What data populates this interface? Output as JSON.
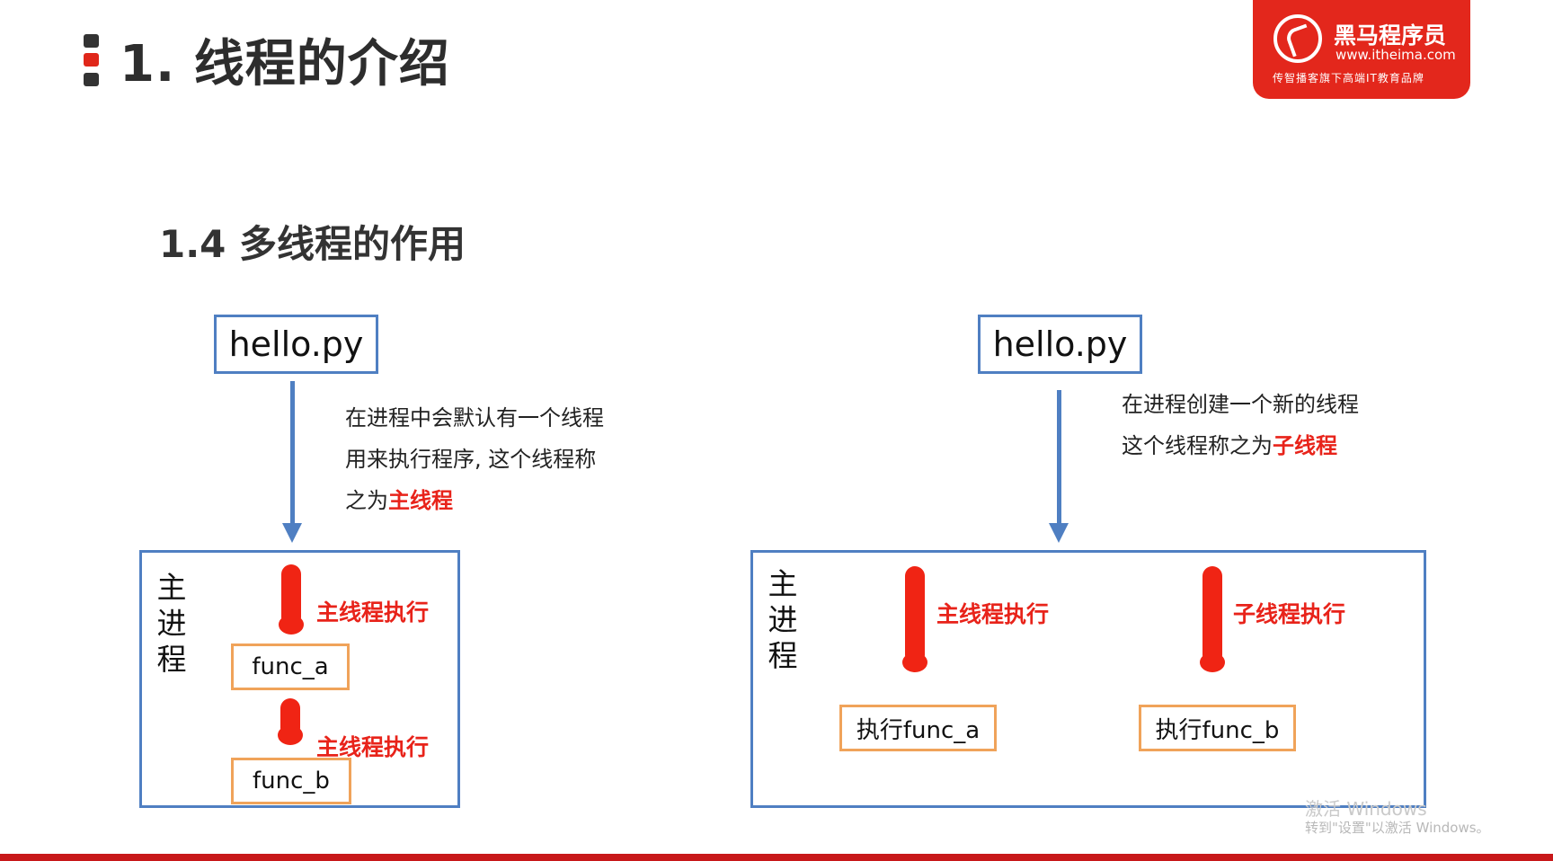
{
  "slide": {
    "title": "1. 线程的介绍",
    "subtitle": "1.4 多线程的作用"
  },
  "logo": {
    "name": "黑马程序员",
    "url": "www.itheima.com",
    "tagline": "传智播客旗下高端IT教育品牌"
  },
  "left_diagram": {
    "file": "hello.py",
    "description": {
      "line1": "在进程中会默认有一个线程",
      "line2": "用来执行程序, 这个线程称",
      "line3_prefix": "之为",
      "line3_highlight": "主线程"
    },
    "process_label": [
      "主",
      "进",
      "程"
    ],
    "thread1_label": "主线程执行",
    "func1": "func_a",
    "thread2_label": "主线程执行",
    "func2": "func_b"
  },
  "right_diagram": {
    "file": "hello.py",
    "description": {
      "line1": "在进程创建一个新的线程",
      "line2_prefix": "这个线程称之为",
      "line2_highlight": "子线程"
    },
    "process_label": [
      "主",
      "进",
      "程"
    ],
    "thread_main_label": "主线程执行",
    "thread_child_label": "子线程执行",
    "func1": "执行func_a",
    "func2": "执行func_b"
  },
  "watermark": {
    "line1": "激活 Windows",
    "line2": "转到\"设置\"以激活 Windows。"
  },
  "colors": {
    "accent_red": "#e8231a",
    "box_blue": "#4f7fc2",
    "func_orange": "#f0a35a",
    "logo_red": "#e3271c"
  }
}
